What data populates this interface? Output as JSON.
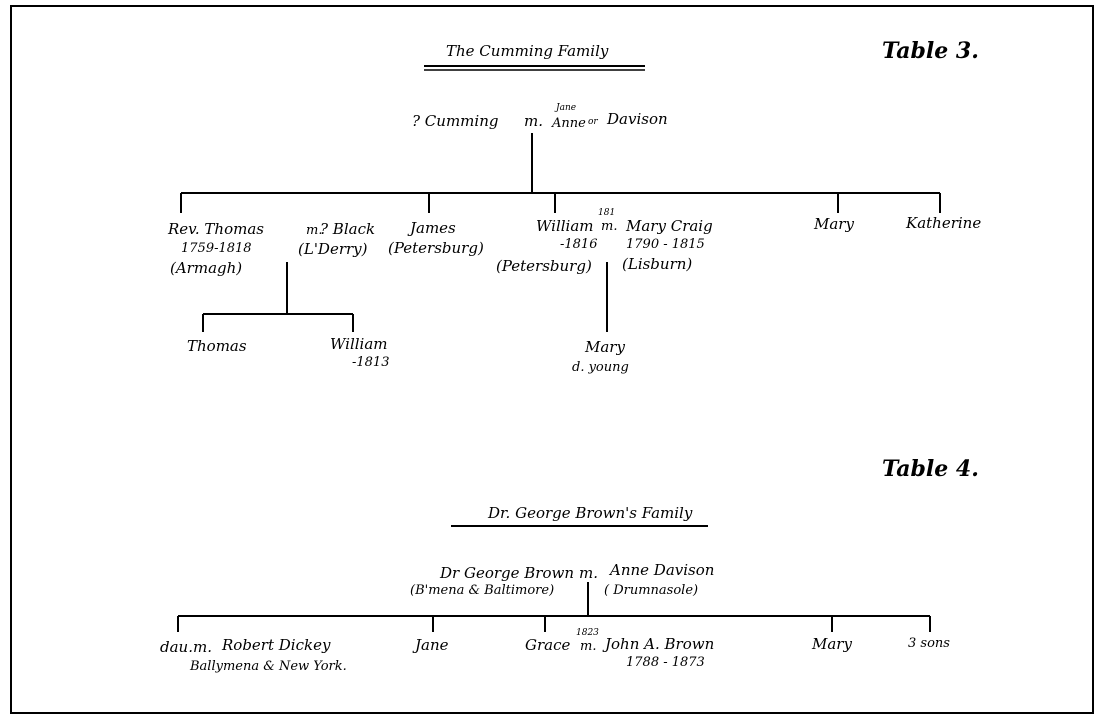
{
  "table3": {
    "label": "Table 3.",
    "title": "The Cumming Family",
    "root": {
      "name": "? Cumming",
      "m": "m.",
      "spouse_alt_top": "Jane",
      "spouse_alt_bottom": "Anne",
      "or": "or",
      "spouse_surname": "Davison"
    },
    "children": {
      "thomas": {
        "name": "Rev. Thomas",
        "dates": "1759-1818",
        "place": "(Armagh)"
      },
      "thomas_m": "m.",
      "thomas_spouse": {
        "name": "? Black",
        "place": "(L'Derry)"
      },
      "james": {
        "name": "James",
        "place": "(Petersburg)"
      },
      "william": {
        "name": "William",
        "dates": "-1816",
        "place": "(Petersburg)"
      },
      "william_year": "181",
      "william_m": "m.",
      "william_spouse": {
        "name": "Mary Craig",
        "dates": "1790 - 1815",
        "place": "(Lisburn)"
      },
      "mary": "Mary",
      "katherine": "Katherine"
    },
    "grandchildren": {
      "thomas": "Thomas",
      "william": {
        "name": "William",
        "dates": "-1813"
      },
      "mary": {
        "name": "Mary",
        "note": "d. young"
      }
    }
  },
  "table4": {
    "label": "Table 4.",
    "title": "Dr. George Brown's Family",
    "root": {
      "name": "Dr George Brown",
      "m": "m.",
      "spouse": "Anne Davison",
      "place": "(B'mena & Baltimore)",
      "spouse_place": "( Drumnasole)"
    },
    "children": {
      "dau": "dau.m.",
      "dickey": "Robert Dickey",
      "dickey_place": "Ballymena & New York.",
      "jane": "Jane",
      "grace": "Grace",
      "grace_year": "1823",
      "grace_m": "m.",
      "john": "John A. Brown",
      "john_dates": "1788 - 1873",
      "mary": "Mary",
      "sons": "3 sons"
    }
  }
}
